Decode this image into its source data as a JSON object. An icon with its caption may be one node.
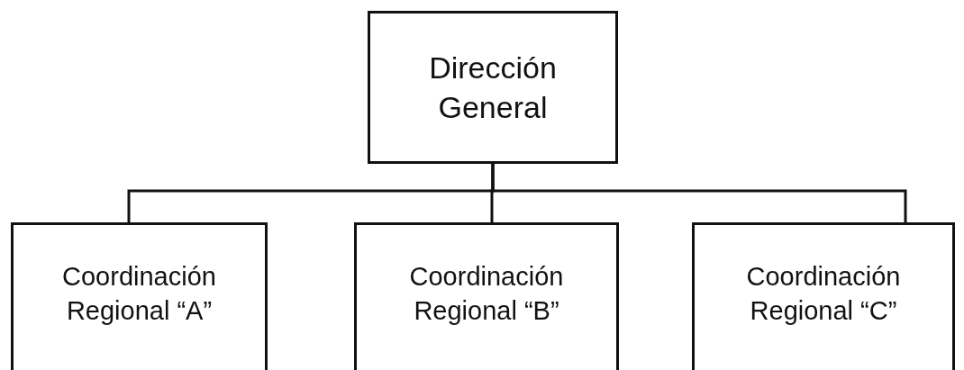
{
  "diagram": {
    "nodes": [
      {
        "text": [
          "Dirección General"
        ]
      },
      {
        "text": [
          "Coordinación Regional “A”"
        ]
      },
      {
        "text": [
          "Coordinación Regional “B”"
        ]
      },
      {
        "text": [
          "Coordinación Regional “C”"
        ]
      }
    ],
    "edges": [
      {
        "from": 0,
        "to": 1,
        "arrow": "none"
      },
      {
        "from": 0,
        "to": 2,
        "arrow": "none"
      },
      {
        "from": 0,
        "to": 3,
        "arrow": "none"
      }
    ]
  }
}
